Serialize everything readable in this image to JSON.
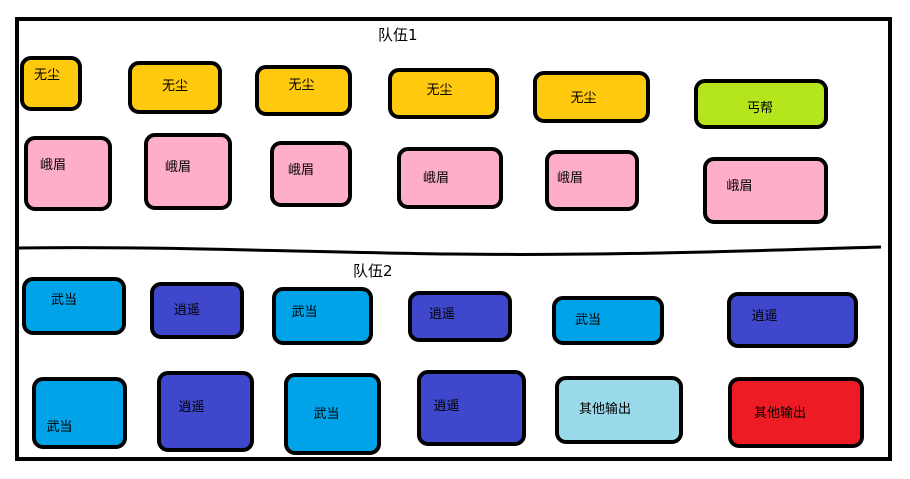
{
  "teams": [
    {
      "label": "队伍1",
      "rows": [
        [
          {
            "text": "无尘",
            "color": "#ffc90e"
          },
          {
            "text": "无尘",
            "color": "#ffc90e"
          },
          {
            "text": "无尘",
            "color": "#ffc90e"
          },
          {
            "text": "无尘",
            "color": "#ffc90e"
          },
          {
            "text": "无尘",
            "color": "#ffc90e"
          },
          {
            "text": "丐帮",
            "color": "#b5e61d"
          }
        ],
        [
          {
            "text": "峨眉",
            "color": "#ffaec9"
          },
          {
            "text": "峨眉",
            "color": "#ffaec9"
          },
          {
            "text": "峨眉",
            "color": "#ffaec9"
          },
          {
            "text": "峨眉",
            "color": "#ffaec9"
          },
          {
            "text": "峨眉",
            "color": "#ffaec9"
          },
          {
            "text": "峨眉",
            "color": "#ffaec9"
          }
        ]
      ]
    },
    {
      "label": "队伍2",
      "rows": [
        [
          {
            "text": "武当",
            "color": "#00a2e8"
          },
          {
            "text": "逍遥",
            "color": "#3f48cc"
          },
          {
            "text": "武当",
            "color": "#00a2e8"
          },
          {
            "text": "逍遥",
            "color": "#3f48cc"
          },
          {
            "text": "武当",
            "color": "#00a2e8"
          },
          {
            "text": "逍遥",
            "color": "#3f48cc"
          }
        ],
        [
          {
            "text": "武当",
            "color": "#00a2e8"
          },
          {
            "text": "逍遥",
            "color": "#3f48cc"
          },
          {
            "text": "武当",
            "color": "#00a2e8"
          },
          {
            "text": "逍遥",
            "color": "#3f48cc"
          },
          {
            "text": "其他输出",
            "color": "#99d9ea"
          },
          {
            "text": "其他输出",
            "color": "#ed1c24"
          }
        ]
      ]
    }
  ]
}
